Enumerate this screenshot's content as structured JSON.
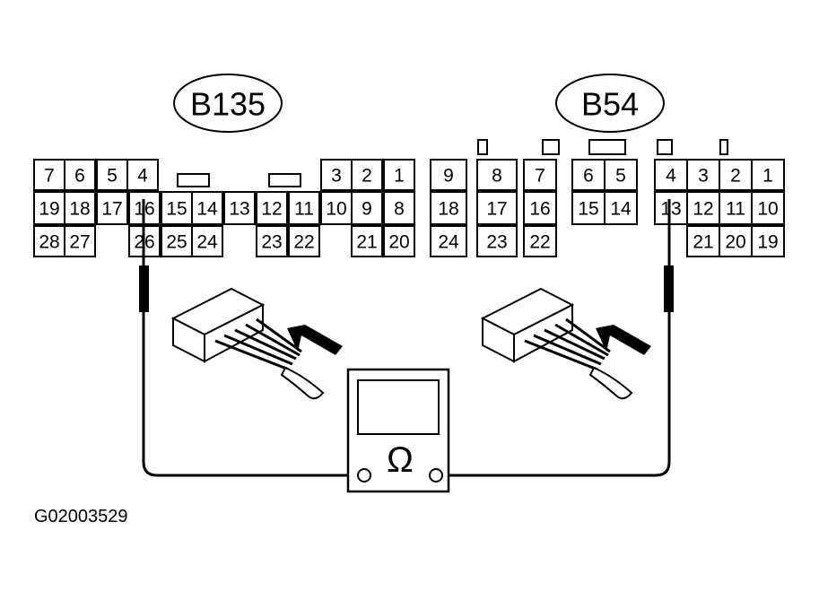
{
  "connector_left": {
    "label": "B135",
    "rows": [
      [
        "7",
        "6",
        "5",
        "4",
        "3",
        "2",
        "1"
      ],
      [
        "19",
        "18",
        "17",
        "16",
        "15",
        "14",
        "13",
        "12",
        "11",
        "10",
        "9",
        "8"
      ],
      [
        "28",
        "27",
        "26",
        "25",
        "24",
        "23",
        "22",
        "21",
        "20"
      ]
    ]
  },
  "connector_right": {
    "label": "B54",
    "rows": [
      [
        "9",
        "8",
        "7",
        "6",
        "5",
        "4",
        "3",
        "2",
        "1"
      ],
      [
        "18",
        "17",
        "16",
        "15",
        "14",
        "13",
        "12",
        "11",
        "10"
      ],
      [
        "24",
        "23",
        "22",
        "21",
        "20",
        "19"
      ]
    ]
  },
  "meter": {
    "symbol": "Ω"
  },
  "figure_id": "G02003529"
}
